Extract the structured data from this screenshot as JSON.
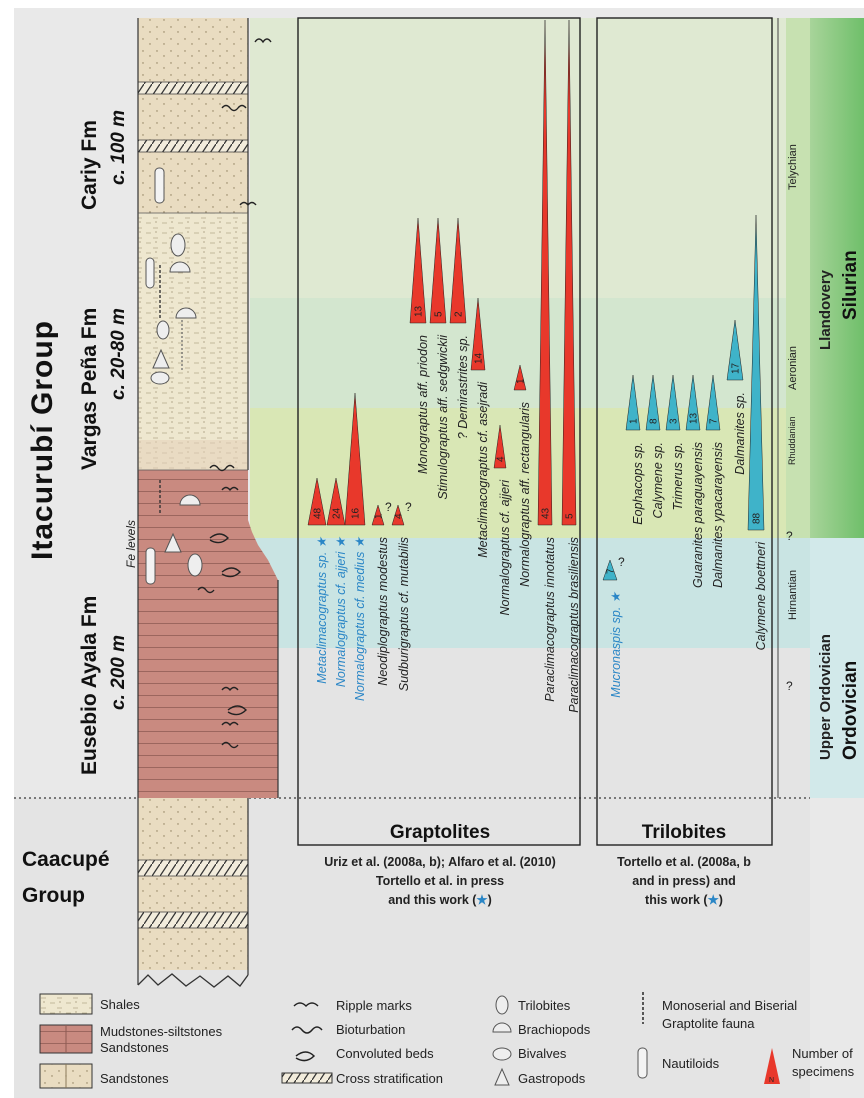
{
  "group_labels": {
    "itacurubi": "Itacurubí Group",
    "caacupe_1": "Caacupé",
    "caacupe_2": "Group"
  },
  "formations": {
    "cariy_name": "Cariy Fm",
    "cariy_thickness": "c. 100 m",
    "vargas_name": "Vargas Peña Fm",
    "vargas_thickness": "c. 20-80 m",
    "eusebio_name": "Eusebio Ayala Fm",
    "eusebio_thickness": "c. 200 m",
    "fe_levels": "Fe levels"
  },
  "graptolites": {
    "title": "Graptolites",
    "refs_line1": "Uriz et al. (2008a, b); Alfaro et al. (2010)",
    "refs_line2": "Tortello et al. in press",
    "refs_line3": "and this work (",
    "refs_star": "★",
    "refs_close": ")",
    "taxa": [
      {
        "name": "Metaclimacograptus sp. ★",
        "count": "48",
        "blue": true
      },
      {
        "name": "Normalograptus cf. ajjeri ★",
        "count": "24",
        "blue": true
      },
      {
        "name": "Normalograptus cf. medius ★",
        "count": "16",
        "blue": true
      },
      {
        "name": "Neodiplograptus modestus",
        "count": "1",
        "question": "?"
      },
      {
        "name": "Sudburigraptus cf. mutabilis",
        "count": "4",
        "question": "?"
      },
      {
        "name": "Monograptus aff. priodon",
        "count": "13"
      },
      {
        "name": "Stimulograptus aff. sedgwickii",
        "count": "5"
      },
      {
        "name": "? Demirastrites sp.",
        "count": "2"
      },
      {
        "name": "Metaclimacograptus cf. asejradi",
        "count": "14"
      },
      {
        "name": "Normalograptus cf. ajjeri",
        "count": "4"
      },
      {
        "name": "Normalograptus aff. rectangularis",
        "count": "1"
      },
      {
        "name": "Paraclimacograptus innotatus",
        "count": "43"
      },
      {
        "name": "Paraclimacograptus brasiliensis",
        "count": "5"
      }
    ]
  },
  "trilobites": {
    "title": "Trilobites",
    "refs_line1": "Tortello et al. (2008a, b",
    "refs_line2": "and in press) and",
    "refs_line3": "this work (",
    "refs_star": "★",
    "refs_close": ")",
    "taxa": [
      {
        "name": "Mucronaspis sp. ★",
        "count": "7",
        "blue": true,
        "question": "?"
      },
      {
        "name": "Eophacops sp.",
        "count": "1"
      },
      {
        "name": "Calymene sp.",
        "count": "8"
      },
      {
        "name": "Trimerus sp.",
        "count": "3"
      },
      {
        "name": "Guaranites paraguayensis",
        "count": "13"
      },
      {
        "name": "Dalmanites ypacarayensis",
        "count": "7"
      },
      {
        "name": "Dalmanites sp.",
        "count": "17"
      },
      {
        "name": "Calymene boettneri",
        "count": "88"
      }
    ]
  },
  "stages": {
    "telychian": "Telychian",
    "aeronian": "Aeronian",
    "rhuddanian": "Rhuddanian",
    "q1": "?",
    "hirnantian": "Hirnantian",
    "q2": "?"
  },
  "series": {
    "llandovery": "Llandovery",
    "upper_ordovician": "Upper Ordovician",
    "silurian": "Silurian",
    "ordovician": "Ordovician"
  },
  "legend": {
    "shales": "Shales",
    "mudstones_1": "Mudstones-siltstones",
    "mudstones_2": "Sandstones",
    "sandstones": "Sandstones",
    "ripple": "Ripple marks",
    "bioturbation": "Bioturbation",
    "convoluted": "Convoluted beds",
    "cross": "Cross stratification",
    "trilobites": "Trilobites",
    "brachiopods": "Brachiopods",
    "bivalves": "Bivalves",
    "gastropods": "Gastropods",
    "graptolite_1": "Monoserial and Biserial",
    "graptolite_2": "Graptolite fauna",
    "nautiloids": "Nautiloids",
    "specimens_1": "Number of",
    "specimens_2": "specimens",
    "specimens_sample": "N"
  },
  "colors": {
    "graptolite_red": "#e8382b",
    "trilobite_blue": "#3fb3c9",
    "star_blue": "#2a86c6",
    "mudstone": "#c98a80",
    "sandstone": "#e9dcc1"
  }
}
